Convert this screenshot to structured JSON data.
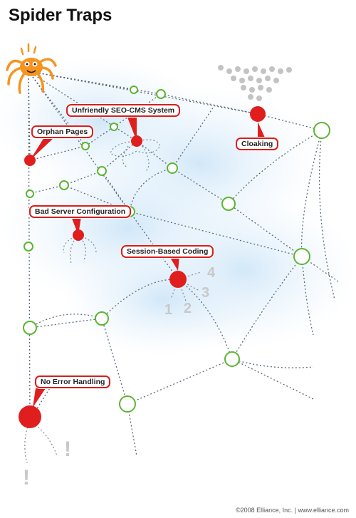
{
  "title": "Spider Traps",
  "footer": "©2008 Elliance, Inc.   |   www.elliance.com",
  "callouts": {
    "unfriendly_seo_cms": "Unfriendly SEO-CMS System",
    "orphan_pages": "Orphan Pages",
    "cloaking": "Cloaking",
    "bad_server_config": "Bad Server Configuration",
    "session_based_coding": "Session-Based Coding",
    "no_error_handling": "No Error Handling"
  },
  "session_numbers": [
    "1",
    "2",
    "3",
    "4"
  ],
  "exclamations": [
    "!",
    "!"
  ],
  "colors": {
    "trap_red": "#e01e1e",
    "node_green": "#5cb531",
    "spider_orange": "#f7941d",
    "web_line": "#5a6a7a",
    "cloud_blue": "#dbeefb",
    "number_gray": "#c8c8c8"
  }
}
